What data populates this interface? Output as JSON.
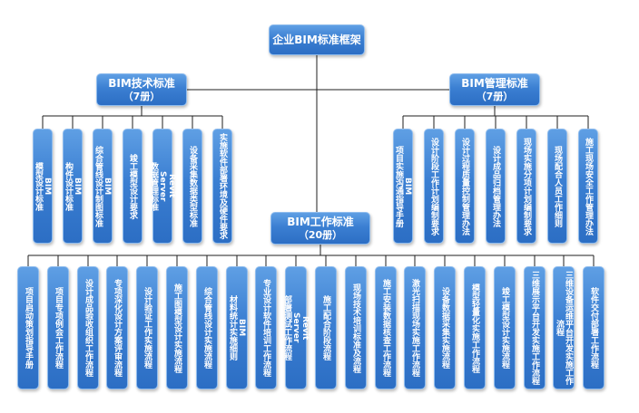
{
  "root": {
    "title": "企业BIM标准框架"
  },
  "technical": {
    "title": "BIM技术标准",
    "count": "（7册）",
    "items": [
      "BIM\n模型设计标准",
      "BIM\n构件设计标准",
      "BIM\n综合管线设计制图标准",
      "竣工模型设计要求",
      "Revit\nServer\n数据管理标准",
      "设备采集数据类型标准",
      "实施软件部署环境及硬件要求"
    ]
  },
  "management": {
    "title": "BIM管理标准",
    "count": "（7册）",
    "items": [
      "BIM\n项目实施沟通指导手册",
      "设计阶段工作计划编制要求",
      "设计过程质量控制管理办法",
      "设计成品归档管理办法",
      "现场实施分项计划编制要求",
      "现场配合人员工作细则",
      "施工现场安全工作管理办法"
    ]
  },
  "work": {
    "title": "BIM工作标准",
    "count": "（20册）",
    "items": [
      "项目启动策划指导手册",
      "项目专项例会工作流程",
      "设计成品验收组织工作流程",
      "专项深化设计方案评审流程",
      "设计验证工作实施流程",
      "施工图模型设计实施流程",
      "综合管线设计实施流程",
      "BIM\n材料统计实施细则",
      "专业设计软件培训工作流程",
      "Revit\nServer\n部署测试工作流程",
      "施工配合阶段流程",
      "现场技术培训标准及流程",
      "施工安装数据核查工作流程",
      "激光扫描现场实施工作流程",
      "设备数据采集实施流程",
      "模型轻量化实施工作流程",
      "竣工模型设计实施流程",
      "三维展示平台开发实施工作流程",
      "三维设备运维平台开发实施工作流程",
      "软件交付部署工作流程"
    ]
  },
  "colors": {
    "box": "#3b7fd2",
    "connector": "#1f1f1f"
  }
}
